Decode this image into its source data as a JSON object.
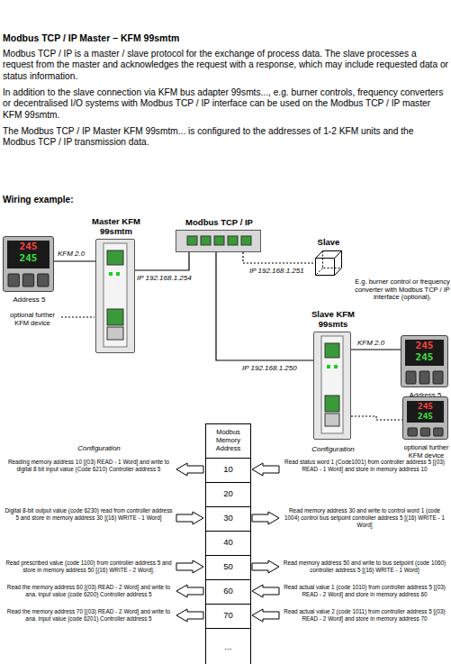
{
  "diagram": {
    "title": "Modbus TCP / IP Master – KFM 99smtm",
    "nodes": [
      {
        "text": [
          "Master KFM 99smtm"
        ]
      },
      {
        "text": [
          "Modbus TCP / IP"
        ]
      },
      {
        "text": [
          "Slave"
        ]
      },
      {
        "text": [
          "Slave KFM 99smts"
        ]
      },
      {
        "text": [
          "245",
          "245",
          "Address 5"
        ]
      },
      {
        "text": [
          "245",
          "245",
          "Address 5"
        ]
      },
      {
        "text": [
          "245",
          "245",
          "optional further KFM device"
        ]
      }
    ],
    "edges": [
      {
        "from": 4,
        "to": 0,
        "arrow": "none",
        "label": "KFM 2.0"
      },
      {
        "from": 0,
        "to": 1,
        "arrow": "none",
        "label": "IP 192.168.1.254"
      },
      {
        "from": 1,
        "to": 2,
        "arrow": "none",
        "label": "IP 192.168.1.251"
      },
      {
        "from": 1,
        "to": 3,
        "arrow": "none",
        "label": "IP 192.168.1.250"
      },
      {
        "from": 3,
        "to": 5,
        "arrow": "none",
        "label": "KFM 2.0"
      },
      {
        "from": 3,
        "to": 6,
        "arrow": "none"
      }
    ],
    "labels": [
      "Modbus TCP / IP is a master / slave protocol for the exchange of process data. The slave processes a request from the master and acknowledges the request with a response, which may include requested data or status information.",
      "In addition to the slave connection via KFM bus adapter 99smts..., e.g. burner controls, frequency converters or decentralised I/O systems with Modbus TCP / IP interface can be used on the Modbus TCP / IP master KFM 99smtm.",
      "The Modbus TCP / IP Master KFM 99smtm... is configured to the addresses of 1-2 KFM units and the Modbus TCP / IP transmission data.",
      "Wiring example:",
      "optional further KFM device",
      "E.g. burner control or frequency converter with Modbus TCP / IP interface (optional).",
      "Configuration",
      "Configuration",
      "Modbus Memory Address",
      "10",
      "20",
      "30",
      "40",
      "50",
      "60",
      "70",
      "...",
      "Reading memory address 10 [(03) READ - 1 Word] and write to digital 8 bit input value (Code 6210) Controller address 5",
      "Digital 8-bit output value (code 6230) read from controller address 5 and store in memory address 30 [(16) WRITE - 1 Word]",
      "Read prescribed value (code 1100) from controller address 5 and store in memory address 50 [(16) WRITE - 2 Word].",
      "Read the memory address 60 [(03) READ - 2 Word] and write to ana. input value (code 6200) Controller address 5",
      "Read the memory address 70 [(03) READ - 2 Word] and write to ana. input value (code 6201) Controller address 5",
      "Read status word 1 (Code1001) from controller address 5 [(03) READ - 1 Word] and store in memory address 10",
      "Read memory address 30 and write to control word 1 (code 1004) control bus setpoint controller address 5 [(16) WRITE - 1 Word]",
      "Read memory address 50 and write to bus setpoint (code 1060) controller address 5 [(16) WRITE - 1 Word]",
      "Read actual value 1 (code 1010) from controller address 5 [(03) READ - 2 Word] and store in memory address 60",
      "Read actual value 2 (code 1011) from controller address 5 [(03) READ - 2 Word] and store in memory address 70"
    ]
  }
}
